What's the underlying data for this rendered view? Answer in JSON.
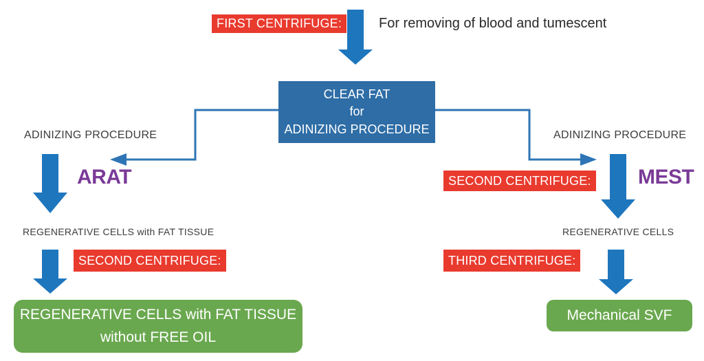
{
  "palette": {
    "blue_arrow": "#1e76bd",
    "blue_line": "#2e75b6",
    "blue_box": "#2e6da6",
    "red": "#e93a2e",
    "green": "#6aa84f",
    "purple": "#7a3a97",
    "text_dark": "#3b3b3b",
    "text_black": "#2b2828",
    "white": "#ffffff"
  },
  "top": {
    "first_centrifuge_label": "FIRST CENTRIFUGE:",
    "note": "For removing of blood and tumescent"
  },
  "center_box": {
    "line1": "CLEAR FAT",
    "line2": "for",
    "line3": "ADINIZING PROCEDURE"
  },
  "left_branch": {
    "procedure_label": "ADINIZING PROCEDURE",
    "method_label": "ARAT",
    "intermediate_label": "REGENERATIVE CELLS with FAT TISSUE",
    "second_centrifuge_label": "SECOND CENTRIFUGE:",
    "result_line1": "REGENERATIVE CELLS with FAT TISSUE",
    "result_line2": "without FREE OIL"
  },
  "right_branch": {
    "procedure_label": "ADINIZING PROCEDURE",
    "second_centrifuge_label": "SECOND CENTRIFUGE:",
    "method_label": "MEST",
    "intermediate_label": "REGENERATIVE CELLS",
    "third_centrifuge_label": "THIRD CENTRIFUGE:",
    "result_label": "Mechanical SVF"
  }
}
